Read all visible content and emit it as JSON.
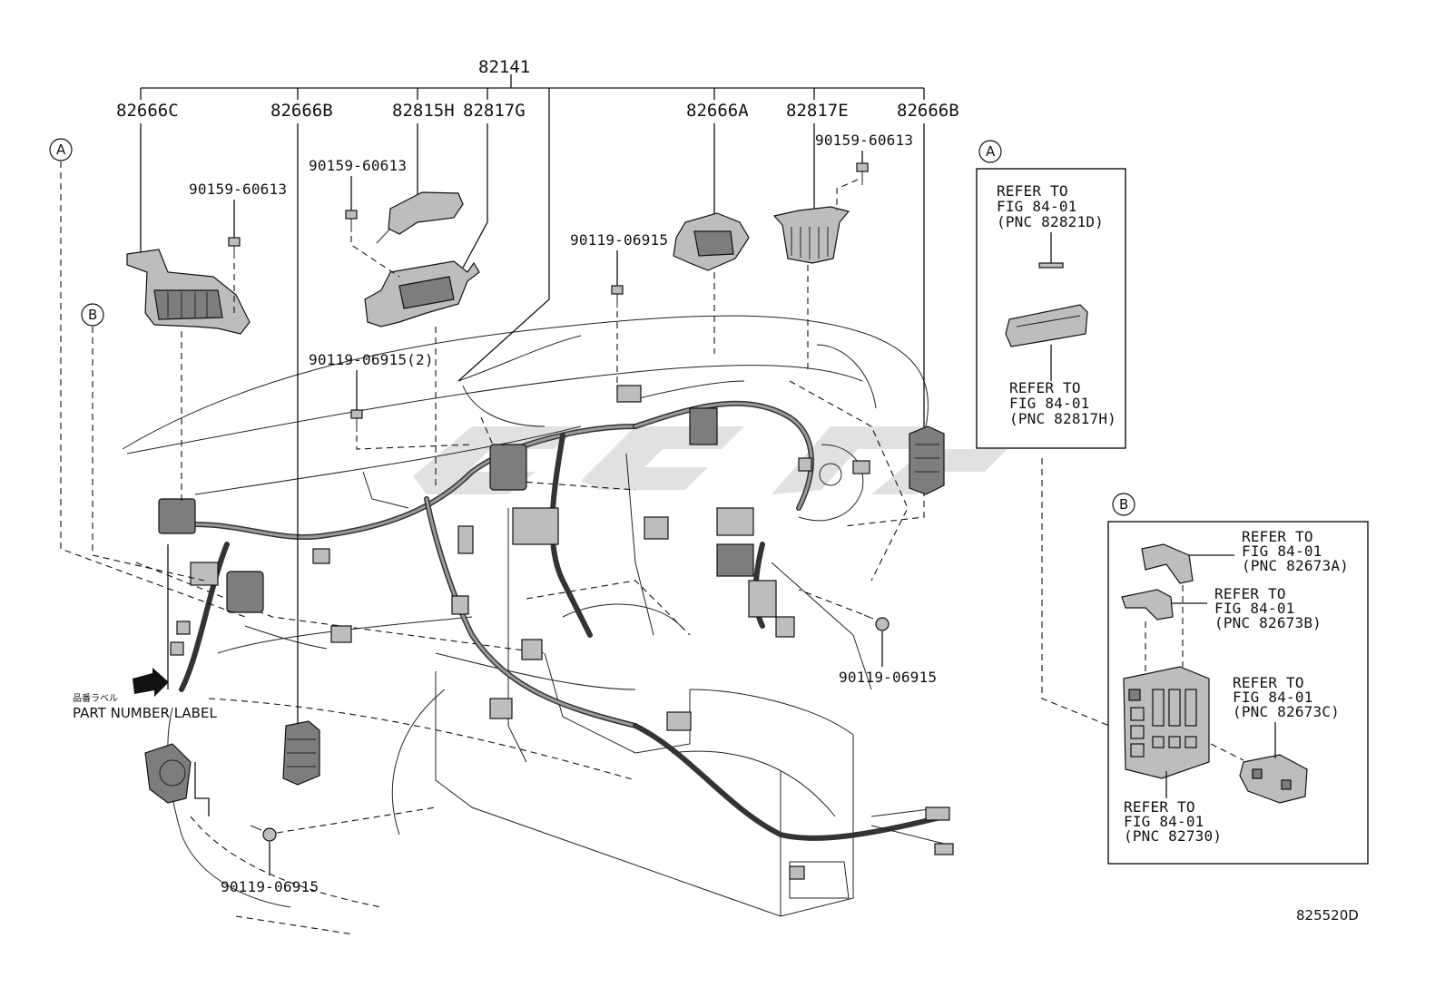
{
  "labels": {
    "main_harness": "82141",
    "p82666c": "82666C",
    "p82666b_left": "82666B",
    "p82815h": "82815H",
    "p82817g": "82817G",
    "p82666a": "82666A",
    "p82817e": "82817E",
    "p82666b_right": "82666B",
    "bolt_60613_left": "90159-60613",
    "bolt_60613_center": "90159-60613",
    "bolt_60613_right": "90159-60613",
    "bolt_06915_center": "90119-06915",
    "bolt_06915_2": "90119-06915(2)",
    "bolt_06915_right": "90119-06915",
    "bolt_06915_bottom": "90119-06915",
    "part_number_label_jp": "品番ラベル",
    "part_number_label": "PART NUMBER LABEL",
    "figure_code": "825520D"
  },
  "callouts": {
    "a": "A",
    "b": "B"
  },
  "inset_a": {
    "marker": "A",
    "ref1": [
      "REFER TO",
      "FIG 84-01",
      "(PNC 82821D)"
    ],
    "ref2": [
      "REFER TO",
      "FIG 84-01",
      "(PNC 82817H)"
    ]
  },
  "inset_b": {
    "marker": "B",
    "ref1": [
      "REFER TO",
      "FIG 84-01",
      "(PNC 82673A)"
    ],
    "ref2": [
      "REFER TO",
      "FIG 84-01",
      "(PNC 82673B)"
    ],
    "ref3": [
      "REFER TO",
      "FIG 84-01",
      "(PNC 82673C)"
    ],
    "ref4": [
      "REFER TO",
      "FIG 84-01",
      "(PNC 82730)"
    ]
  },
  "colors": {
    "line": "#111111",
    "part_fill": "#bdbdbd",
    "part_dark": "#7d7d7d",
    "watermark": "#c8c8c8"
  }
}
